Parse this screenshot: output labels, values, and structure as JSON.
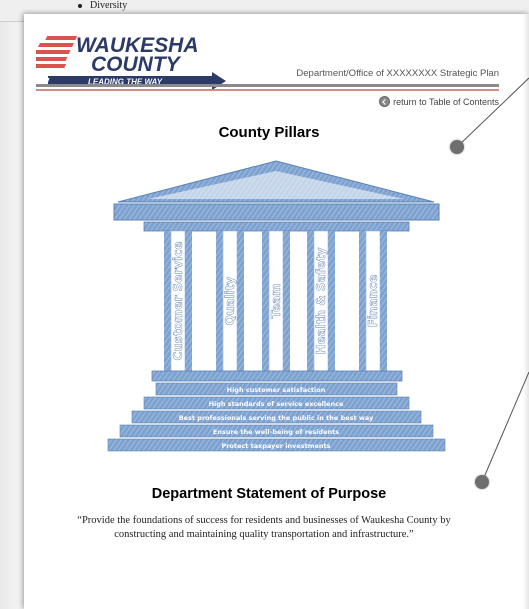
{
  "background": {
    "bullet_text": "Diversity"
  },
  "header": {
    "logo_line1": "WAUKESHA",
    "logo_line2": "COUNTY",
    "logo_tagline": "LEADING THE WAY",
    "department_title": "Department/Office of XXXXXXXX Strategic Plan",
    "toc_link": "return to Table of Contents"
  },
  "pillars_section": {
    "title": "County Pillars",
    "pillars": [
      "Customer Service",
      "Quality",
      "Team",
      "Health & Safety",
      "Finance"
    ],
    "steps": [
      "High customer satisfaction",
      "High standards of service excellence",
      "Best professionals serving the public in the best way",
      "Ensure the well-being of residents",
      "Protect taxpayer investments"
    ]
  },
  "purpose_section": {
    "title": "Department Statement of Purpose",
    "statement": "“Provide the foundations of success for residents and businesses of Waukesha County by constructing and maintaining quality transportation and infrastructure.”"
  },
  "colors": {
    "temple_blue": "#6f96c8",
    "temple_light": "#a9c3e3",
    "logo_red": "#d9534f",
    "logo_navy": "#2b3a67",
    "rule_gray": "#8a8a8a"
  }
}
